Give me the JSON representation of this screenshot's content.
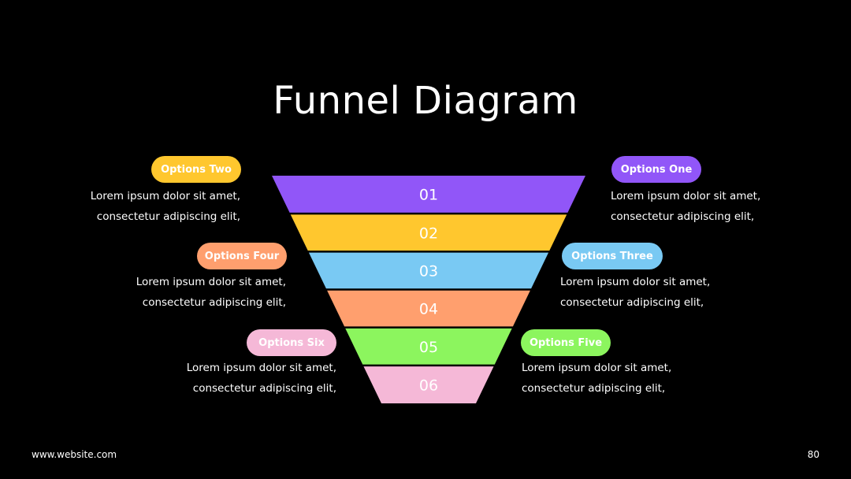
{
  "title": "Funnel Diagram",
  "funnel": {
    "segments": [
      {
        "label": "01",
        "color": "#9156f8"
      },
      {
        "label": "02",
        "color": "#ffc72e"
      },
      {
        "label": "03",
        "color": "#79c9f3"
      },
      {
        "label": "04",
        "color": "#ff9f6e"
      },
      {
        "label": "05",
        "color": "#8cf55e"
      },
      {
        "label": "06",
        "color": "#f5b8d7"
      }
    ]
  },
  "options": {
    "one": {
      "label": "Options One",
      "color": "#9156f8",
      "line1": "Lorem ipsum dolor sit amet,",
      "line2": "consectetur adipiscing elit,"
    },
    "two": {
      "label": "Options Two",
      "color": "#ffc72e",
      "line1": "Lorem ipsum dolor sit amet,",
      "line2": "consectetur adipiscing elit,"
    },
    "three": {
      "label": "Options Three",
      "color": "#79c9f3",
      "line1": "Lorem ipsum dolor sit amet,",
      "line2": "consectetur adipiscing elit,"
    },
    "four": {
      "label": "Options Four",
      "color": "#ff9f6e",
      "line1": "Lorem ipsum dolor sit amet,",
      "line2": "consectetur adipiscing elit,"
    },
    "five": {
      "label": "Options Five",
      "color": "#8cf55e",
      "line1": "Lorem ipsum dolor sit amet,",
      "line2": "consectetur adipiscing elit,"
    },
    "six": {
      "label": "Options Six",
      "color": "#f5b8d7",
      "line1": "Lorem ipsum dolor sit amet,",
      "line2": "consectetur adipiscing elit,"
    }
  },
  "footer": {
    "website": "www.website.com",
    "page_number": "80"
  }
}
